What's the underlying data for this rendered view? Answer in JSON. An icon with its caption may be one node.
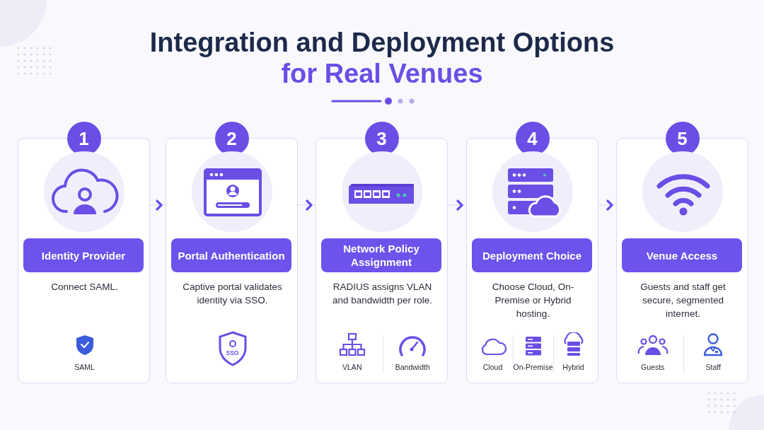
{
  "diagram": {
    "title": "Integration and Deployment Options for Real Venues",
    "nodes": [
      {
        "text": [
          "1",
          "Connect SAML.",
          "SAML"
        ]
      },
      {
        "text": [
          "Identity Provider"
        ],
        "in": 0
      },
      {
        "text": [
          "2",
          "Captive portal validates identity via SSO.",
          "SSO"
        ]
      },
      {
        "text": [
          "Portal Authentication"
        ],
        "in": 2
      },
      {
        "text": [
          "3",
          "RADIUS assigns VLAN and bandwidth per role.",
          "VLAN",
          "Bandwidth"
        ]
      },
      {
        "text": [
          "Network Policy Assignment"
        ],
        "in": 4
      },
      {
        "text": [
          "4",
          "Choose Cloud, On-Premise or Hybrid hosting.",
          "Cloud",
          "On-Premise",
          "Hybrid"
        ]
      },
      {
        "text": [
          "Deployment Choice"
        ],
        "in": 6
      },
      {
        "text": [
          "5",
          "Guests and staff get secure, segmented internet.",
          "Guests",
          "Staff"
        ]
      },
      {
        "text": [
          "Venue Access"
        ],
        "in": 8
      }
    ],
    "edges": [
      {
        "from": 0,
        "to": 2,
        "arrow": "to"
      },
      {
        "from": 2,
        "to": 4,
        "arrow": "to"
      },
      {
        "from": 4,
        "to": 6,
        "arrow": "to"
      },
      {
        "from": 6,
        "to": 8,
        "arrow": "to"
      }
    ]
  }
}
